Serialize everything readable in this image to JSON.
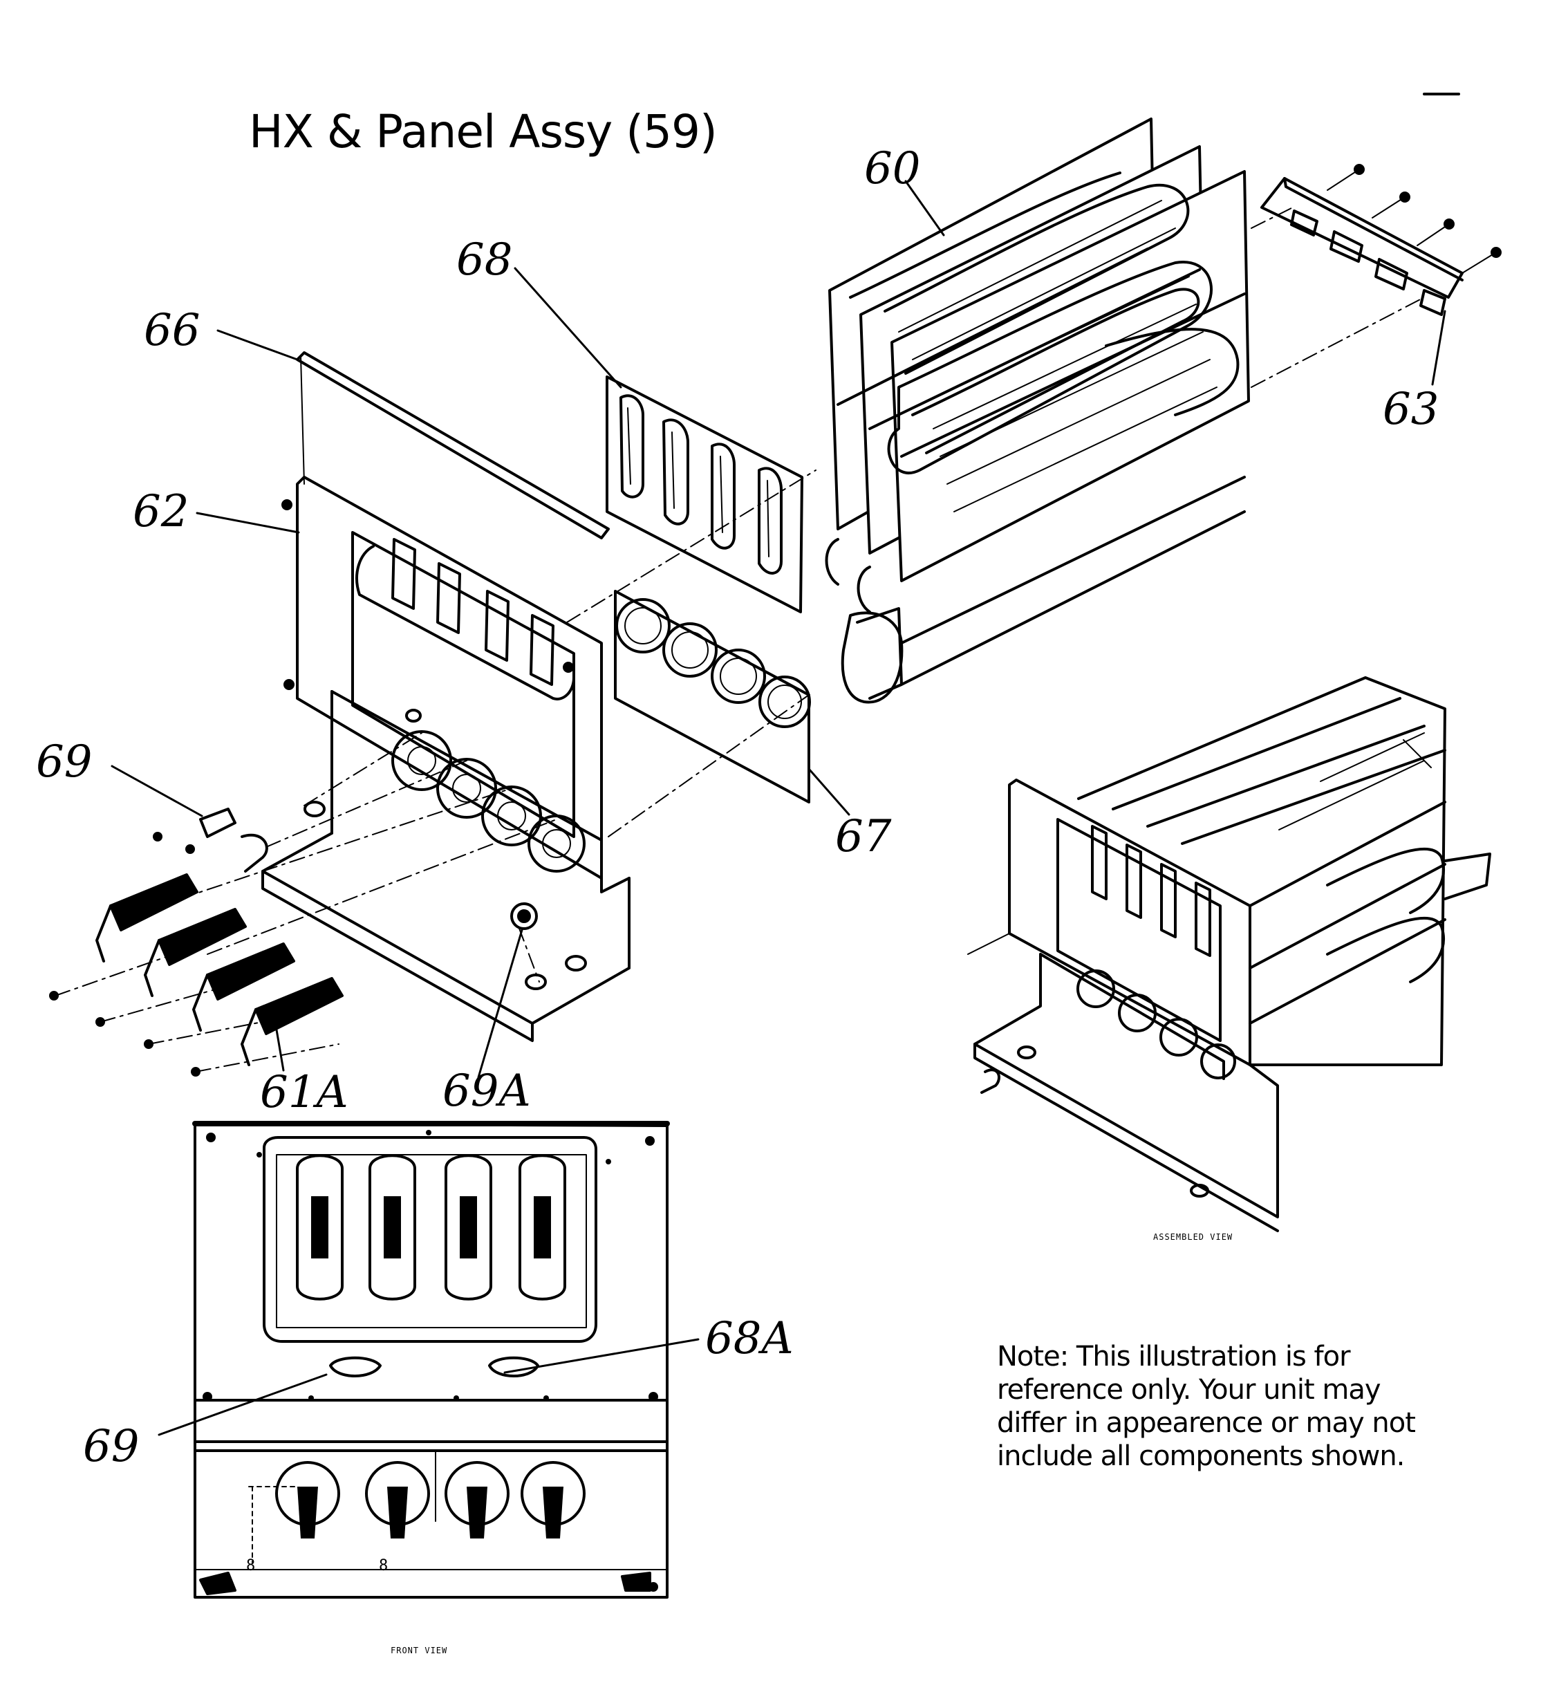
{
  "title": "HX & Panel Assy (59)",
  "callouts": {
    "c60": "60",
    "c68": "68",
    "c66": "66",
    "c62": "62",
    "c63": "63",
    "c69_top": "69",
    "c67": "67",
    "c61a": "61A",
    "c69a": "69A",
    "c68a": "68A",
    "c69_bottom": "69"
  },
  "captions": {
    "assembled": "ASSEMBLED VIEW",
    "front": "FRONT VIEW"
  },
  "front_marks": {
    "left": "8",
    "right": "8"
  },
  "note": {
    "lines": [
      "Note: This illustration is for",
      "reference only. Your unit may",
      "differ in appearence or may not",
      "include all components shown."
    ]
  }
}
